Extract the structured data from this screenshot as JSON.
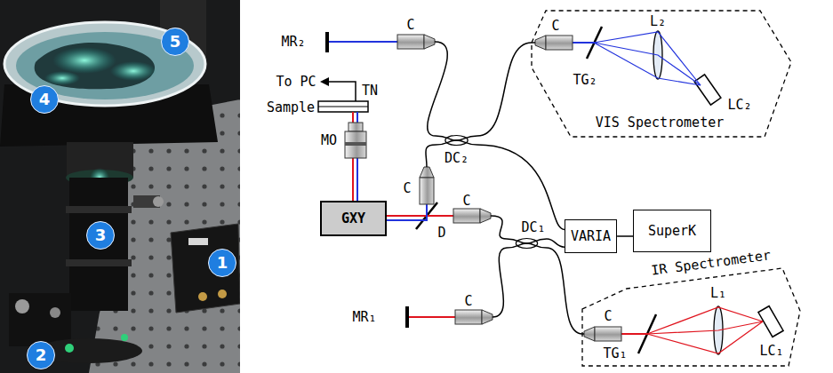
{
  "diagram": {
    "nodes": [
      {
        "text": [
          "VIS Spectrometer"
        ]
      },
      {
        "text": [
          "DC₂"
        ]
      },
      {
        "text": [
          "GXY"
        ]
      },
      {
        "text": [
          "VARIA"
        ]
      },
      {
        "text": [
          "SuperK"
        ]
      },
      {
        "text": [
          "DC₁"
        ]
      },
      {
        "text": [
          "IR Spectrometer"
        ]
      }
    ],
    "edges": [
      {
        "from": 1,
        "to": 0,
        "arrow": "none"
      },
      {
        "from": 1,
        "to": 3,
        "arrow": "none"
      },
      {
        "from": 5,
        "to": 3,
        "arrow": "none"
      },
      {
        "from": 3,
        "to": 4,
        "arrow": "none"
      },
      {
        "from": 5,
        "to": 6,
        "arrow": "none"
      }
    ],
    "labels": [
      "5",
      "MR₂",
      "C",
      "C",
      "L₂",
      "4",
      "To PC",
      "TN",
      "TG₂",
      "LC₂",
      "Sample",
      "MO",
      "C",
      "C",
      "D",
      "3",
      "1",
      "C",
      "C",
      "L₁",
      "MR₁",
      "LC₁",
      "TG₁",
      "2"
    ]
  }
}
